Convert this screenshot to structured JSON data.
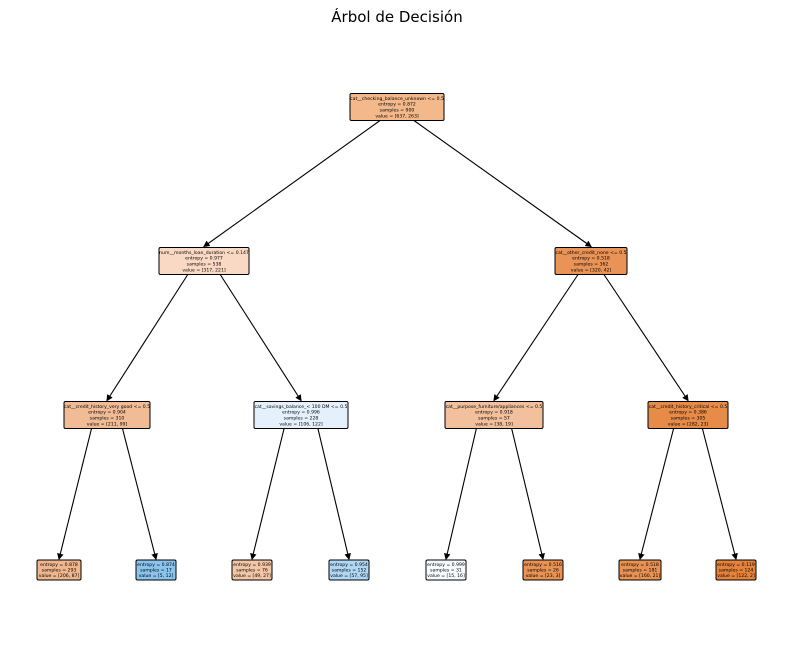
{
  "title": "Árbol de Decisión",
  "nodes": [
    {
      "id": "n0",
      "lines": [
        "cat__checking_balance_unknown <= 0.5",
        "entropy = 0.872",
        "samples = 900",
        "value = [637, 263]"
      ],
      "fill": "#f3b98a",
      "children": [
        "n1",
        "n2"
      ]
    },
    {
      "id": "n1",
      "lines": [
        "num__months_loan_duration <= 0.147",
        "entropy = 0.977",
        "samples = 538",
        "value = [317, 221]"
      ],
      "fill": "#f9d9c3",
      "children": [
        "n3",
        "n4"
      ]
    },
    {
      "id": "n2",
      "lines": [
        "cat__other_credit_none <= 0.5",
        "entropy = 0.518",
        "samples = 362",
        "value = [320, 42]"
      ],
      "fill": "#e99356",
      "children": [
        "n5",
        "n6"
      ]
    },
    {
      "id": "n3",
      "lines": [
        "cat__credit_history_very good <= 0.5",
        "entropy = 0.904",
        "samples = 310",
        "value = [211, 99]"
      ],
      "fill": "#f1bc95",
      "children": [
        "n7",
        "n8"
      ]
    },
    {
      "id": "n4",
      "lines": [
        "cat__savings_balance_< 100 DM <= 0.5",
        "entropy = 0.996",
        "samples = 228",
        "value = [106, 122]"
      ],
      "fill": "#e4f1fc",
      "children": [
        "n9",
        "n10"
      ]
    },
    {
      "id": "n5",
      "lines": [
        "cat__purpose_furniture/appliances <= 0.5",
        "entropy = 0.918",
        "samples = 57",
        "value = [38, 19]"
      ],
      "fill": "#f2c09c",
      "children": [
        "n11",
        "n12"
      ]
    },
    {
      "id": "n6",
      "lines": [
        "cat__credit_history_critical <= 0.5",
        "entropy = 0.386",
        "samples = 305",
        "value = [282, 23]"
      ],
      "fill": "#e78b49",
      "children": [
        "n13",
        "n14"
      ]
    },
    {
      "id": "n7",
      "lines": [
        "entropy = 0.878",
        "samples = 293",
        "value = [206, 87]"
      ],
      "fill": "#f0b68d",
      "children": []
    },
    {
      "id": "n8",
      "lines": [
        "entropy = 0.874",
        "samples = 17",
        "value = [5, 12]"
      ],
      "fill": "#8ac5f0",
      "children": []
    },
    {
      "id": "n9",
      "lines": [
        "entropy = 0.939",
        "samples = 76",
        "value = [49, 27]"
      ],
      "fill": "#f3c6a6",
      "children": []
    },
    {
      "id": "n10",
      "lines": [
        "entropy = 0.954",
        "samples = 152",
        "value = [57, 95]"
      ],
      "fill": "#b0d8f5",
      "children": []
    },
    {
      "id": "n11",
      "lines": [
        "entropy = 0.999",
        "samples = 31",
        "value = [15, 16]"
      ],
      "fill": "#f8fbfe",
      "children": []
    },
    {
      "id": "n12",
      "lines": [
        "entropy = 0.516",
        "samples = 26",
        "value = [23, 3]"
      ],
      "fill": "#e89253",
      "children": []
    },
    {
      "id": "n13",
      "lines": [
        "entropy = 0.518",
        "samples = 181",
        "value = [160, 21]"
      ],
      "fill": "#e89253",
      "children": []
    },
    {
      "id": "n14",
      "lines": [
        "entropy = 0.119",
        "samples = 124",
        "value = [122, 2]"
      ],
      "fill": "#e5833c",
      "children": []
    }
  ]
}
